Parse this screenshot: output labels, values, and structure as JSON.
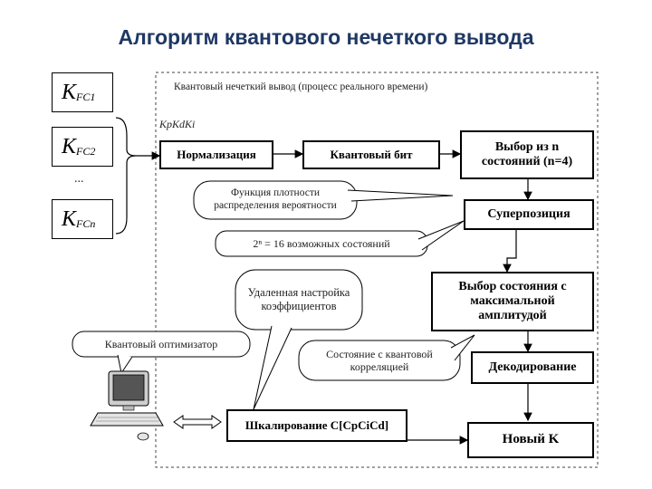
{
  "title": "Алгоритм квантового нечеткого вывода",
  "frame_label": "Квантовый нечеткий вывод (процесс реального времени)",
  "inputs": {
    "k1_base": "K",
    "k1_sub": "FC1",
    "k2_base": "K",
    "k2_sub": "FC2",
    "dots": "...",
    "kn_base": "K",
    "kn_sub": "FCn"
  },
  "gains_label": "KpKdKi",
  "boxes": {
    "normalization": "Нормализация",
    "quantum_bit": "Квантовый бит",
    "choice_n": "Выбор из n состояний (n=4)",
    "superposition": "Суперпозиция",
    "max_amplitude": "Выбор состояния с максимальной амплитудой",
    "decoding": "Декодирование",
    "scaling": "Шкалирование C[CpCiCd]",
    "new_k": "Новый K"
  },
  "callouts": {
    "density": "Функция плотности распределения вероятности",
    "states": "2ⁿ = 16 возможных состояний",
    "remote": "Удаленная настройка коэффициентов",
    "correlation": "Состояние с квантовой корреляцией",
    "optimizer": "Квантовый оптимизатор"
  }
}
